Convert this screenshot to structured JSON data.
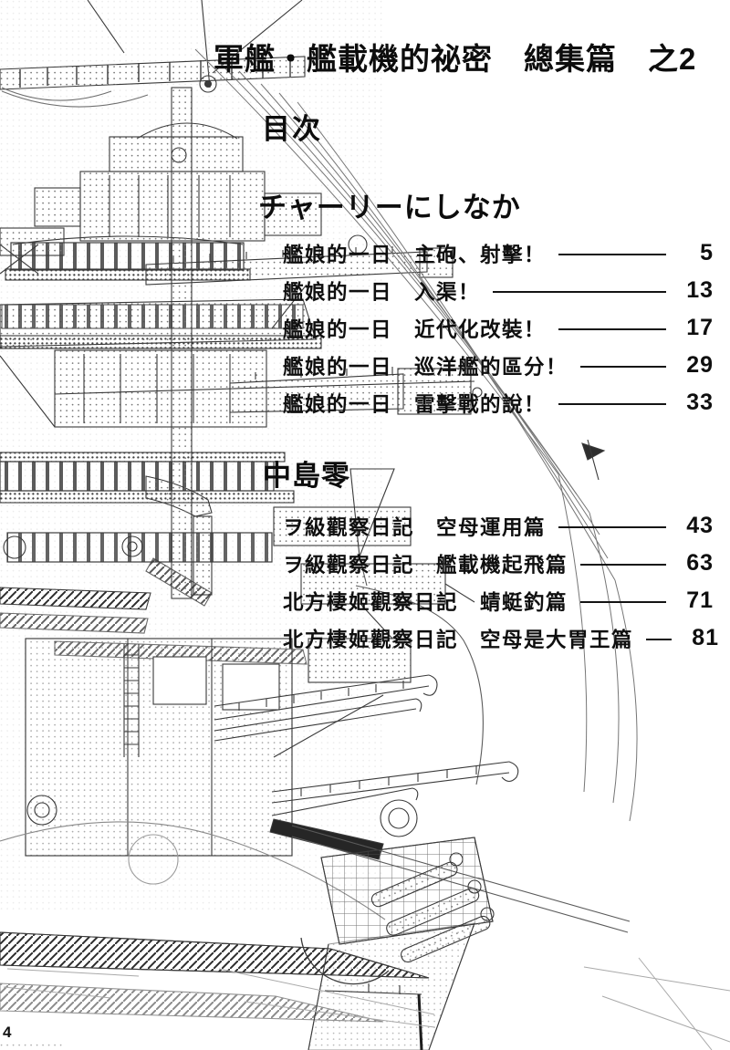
{
  "page": {
    "title": "軍艦・艦載機的祕密　總集篇　之2",
    "toc_heading": "目次",
    "page_number": "4"
  },
  "sections": [
    {
      "author": "チャーリーにしなか",
      "entries": [
        {
          "title": "艦娘的一日　主砲、射擊！",
          "page": "5"
        },
        {
          "title": "艦娘的一日　入渠！",
          "page": "13"
        },
        {
          "title": "艦娘的一日　近代化改裝！",
          "page": "17"
        },
        {
          "title": "艦娘的一日　巡洋艦的區分！",
          "page": "29"
        },
        {
          "title": "艦娘的一日　雷擊戰的說！",
          "page": "33"
        }
      ]
    },
    {
      "author": "中島零",
      "entries": [
        {
          "title": "ヲ級觀察日記　空母運用篇",
          "page": "43"
        },
        {
          "title": "ヲ級觀察日記　艦載機起飛篇",
          "page": "63"
        },
        {
          "title": "北方棲姬觀察日記　蜻蜓釣篇",
          "page": "71"
        },
        {
          "title": "北方棲姬觀察日記　空母是大胃王篇",
          "page": "81"
        }
      ]
    }
  ],
  "artwork": {
    "name": "battleship-pagoda-mast-line-drawing",
    "description": "halftone pencil line art of a warship bridge superstructure"
  },
  "colors": {
    "ink": "#111111",
    "line_art": "#3a3a3a",
    "halftone": "#777777",
    "paper": "#ffffff"
  }
}
